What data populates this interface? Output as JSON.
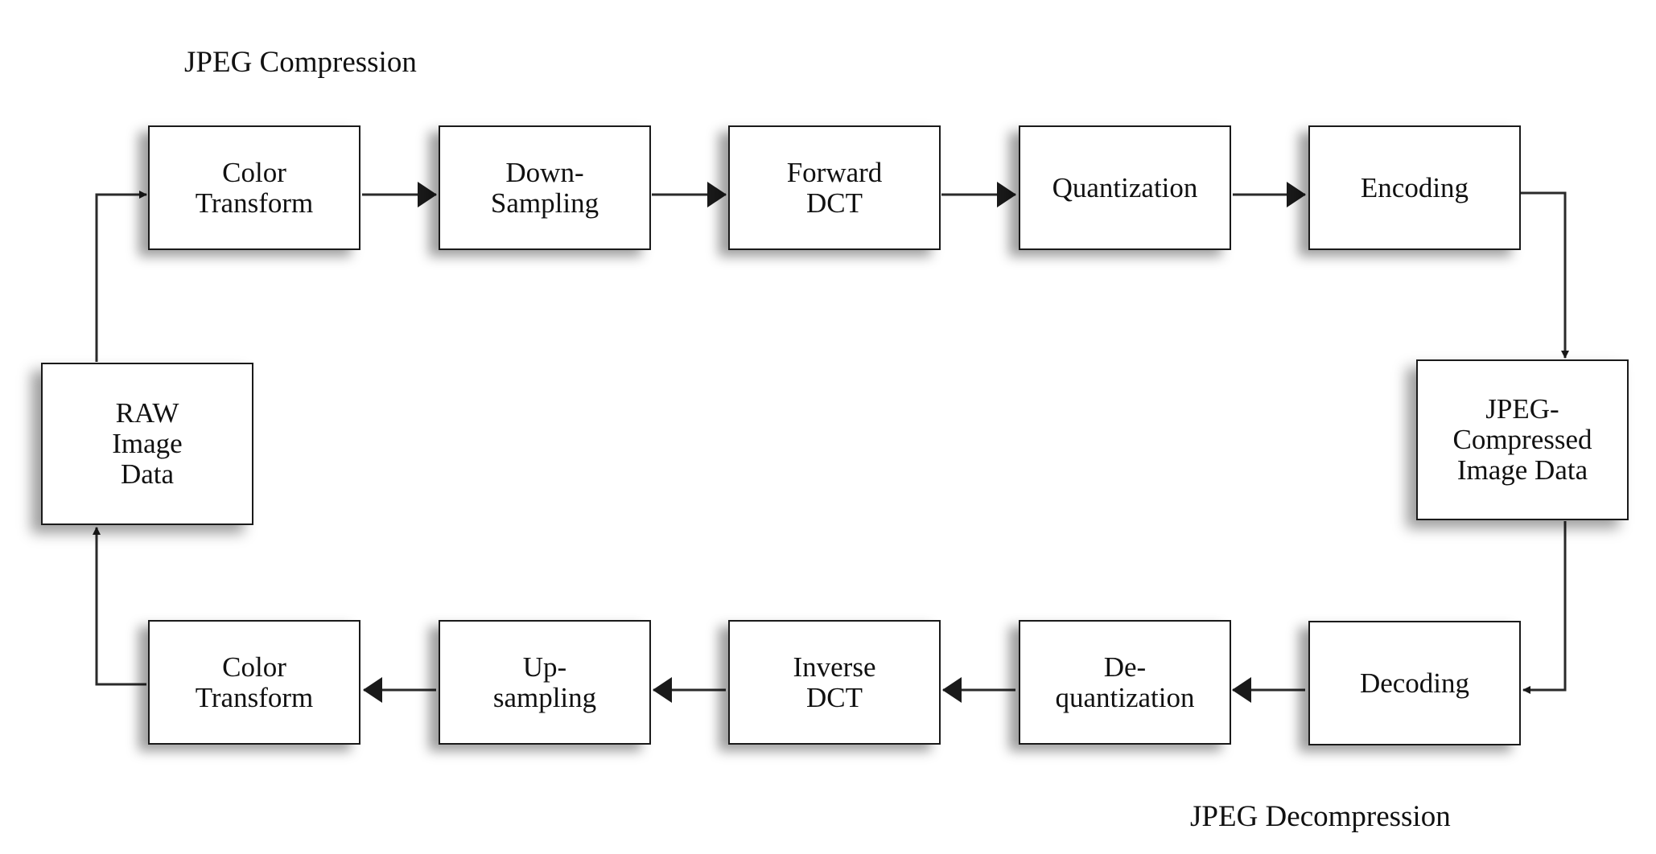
{
  "compression": {
    "title": "JPEG Compression",
    "steps": {
      "color_transform": "Color\nTransform",
      "down_sampling": "Down-\nSampling",
      "forward_dct": "Forward\nDCT",
      "quantization": "Quantization",
      "encoding": "Encoding"
    }
  },
  "decompression": {
    "title": "JPEG Decompression",
    "steps": {
      "decoding": "Decoding",
      "dequantization": "De-\nquantization",
      "inverse_dct": "Inverse\nDCT",
      "up_sampling": "Up-\nsampling",
      "color_transform": "Color\nTransform"
    }
  },
  "endpoints": {
    "raw_image_data": "RAW\nImage\nData",
    "jpeg_compressed_image_data": "JPEG-\nCompressed\nImage Data"
  },
  "colors": {
    "line": "#2a2a2a",
    "box_border": "#1a1a1a",
    "text": "#111111"
  }
}
